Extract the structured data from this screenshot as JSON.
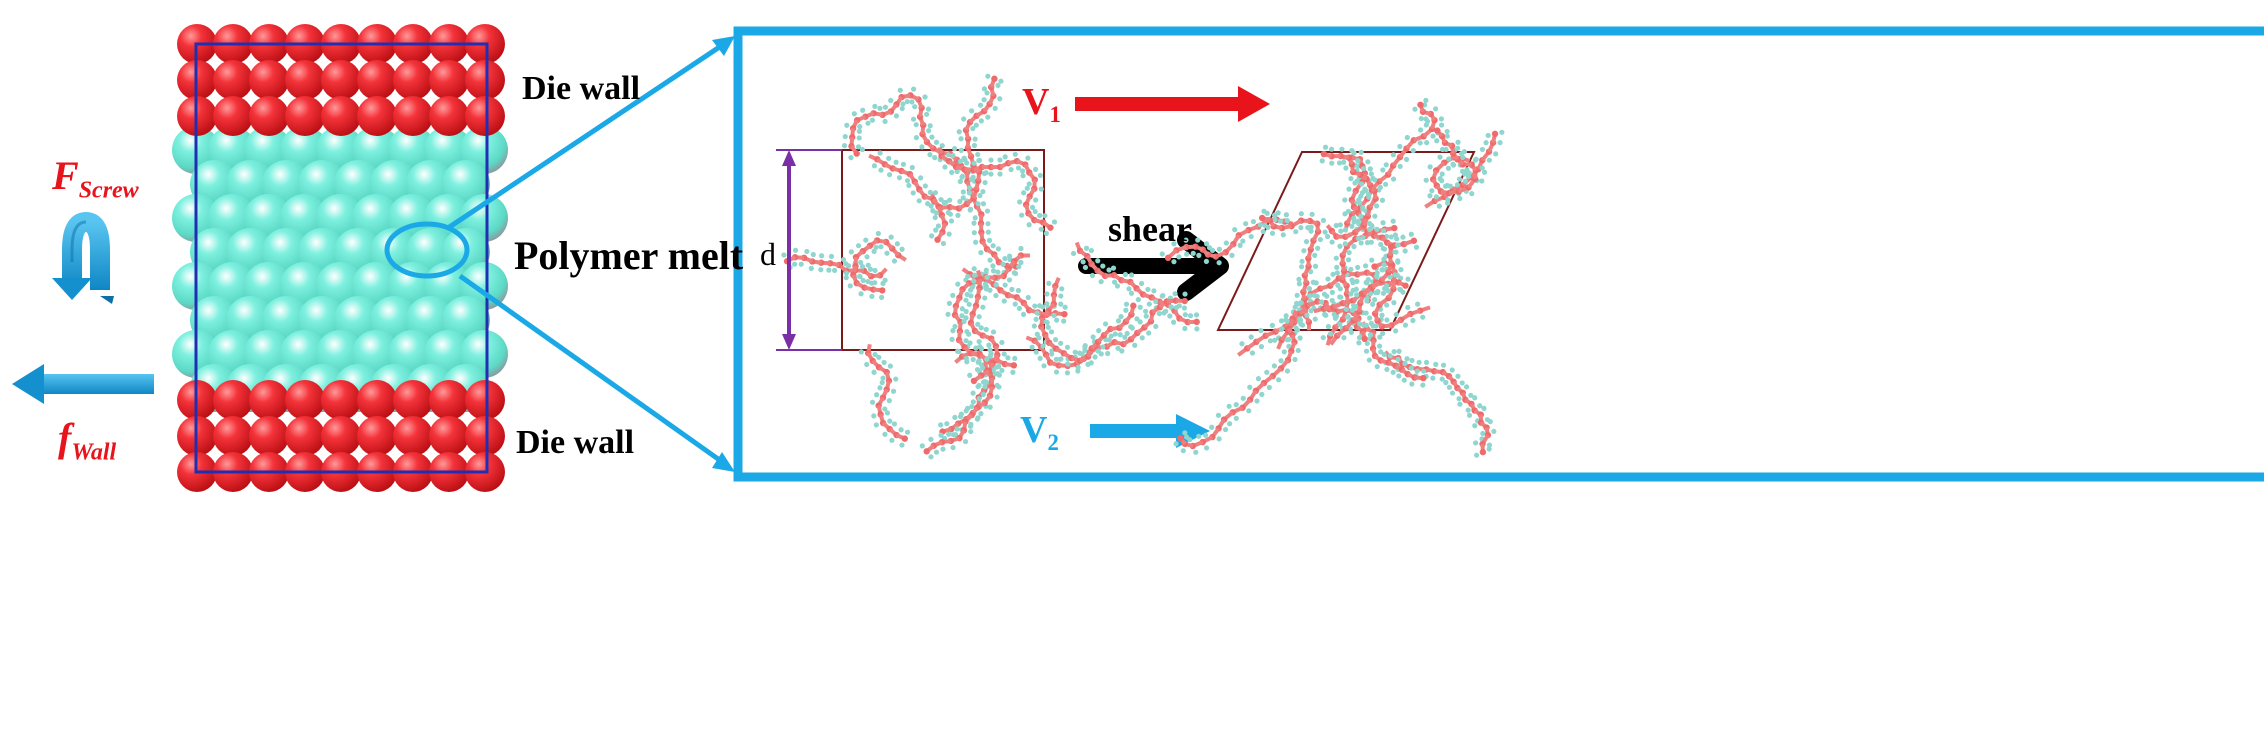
{
  "labels": {
    "force_screw": {
      "main": "F",
      "sub": "Screw"
    },
    "force_wall": {
      "main": "f",
      "sub": "Wall"
    },
    "die_wall_top": "Die wall",
    "polymer_melt": "Polymer melt",
    "die_wall_bottom": "Die wall",
    "v1": {
      "main": "V",
      "sub": "1"
    },
    "v2": {
      "main": "V",
      "sub": "2"
    },
    "shear": "shear",
    "d": "d"
  },
  "colors": {
    "wall_atom": "#e8131b",
    "melt_atom": "#63e0cd",
    "accent_blue": "#1aa9e6",
    "force_red": "#e8131b",
    "shear_arrow": "#000000",
    "cell_line": "#7a1a1a",
    "dimension": "#7b2fa6",
    "polymer_bond": "#ef8080",
    "polymer_h": "#8fd6cf"
  },
  "icons": [
    "curved-arrow-icon",
    "left-arrow-icon",
    "right-arrow-icon",
    "shear-arrow-icon"
  ]
}
